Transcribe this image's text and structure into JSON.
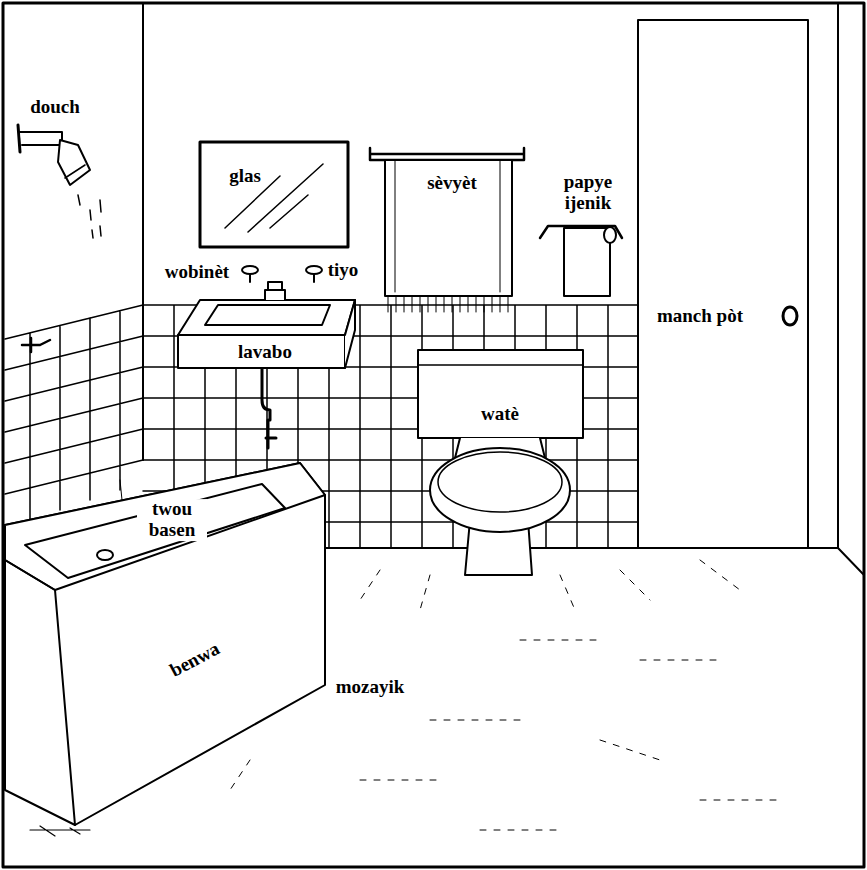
{
  "diagram": {
    "labels": [
      "douch",
      "glas",
      "sèvyèt",
      "papye ijenik",
      "wobinèt",
      "tiyo",
      "manch pòt",
      "lavabo",
      "watè",
      "twou basen",
      "benwa",
      "mozayik"
    ]
  }
}
